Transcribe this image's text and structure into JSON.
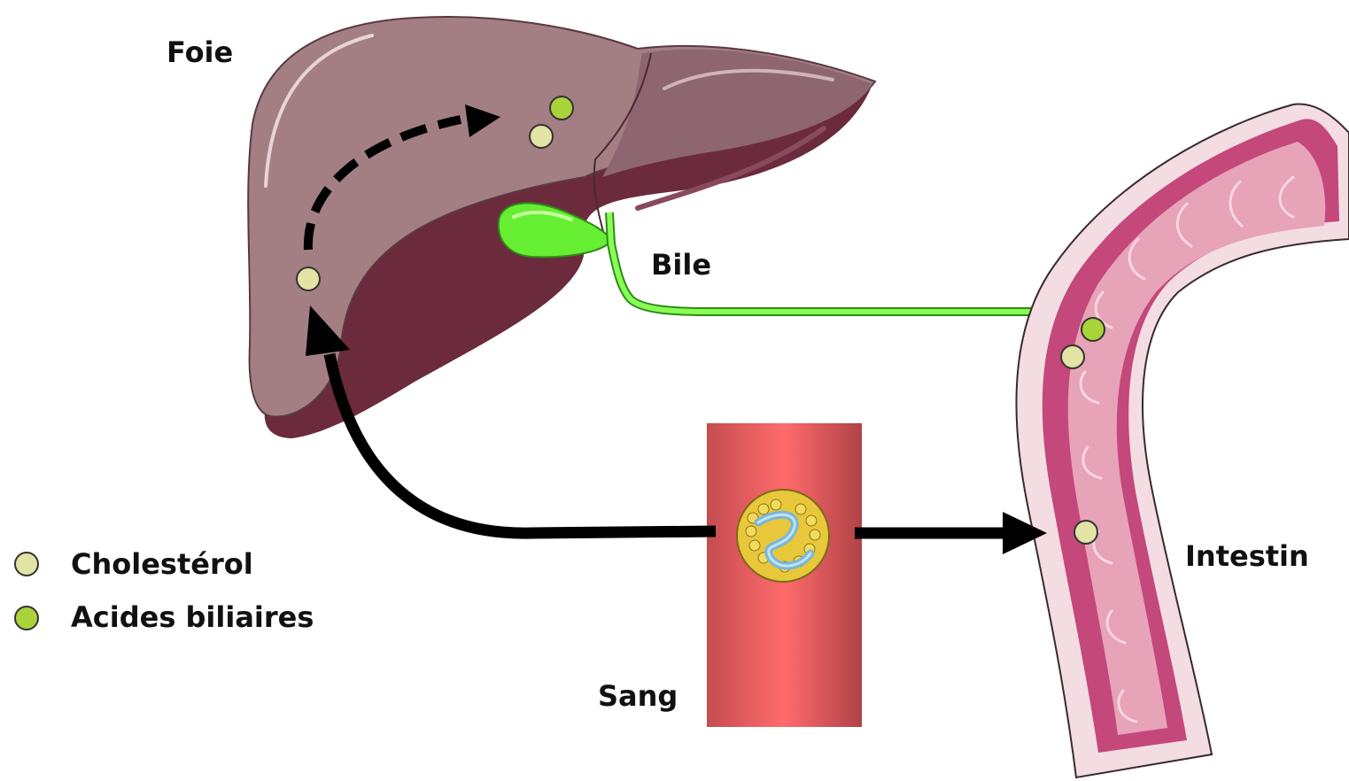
{
  "labels": {
    "liver": "Foie",
    "bile": "Bile",
    "blood": "Sang",
    "intestine": "Intestin"
  },
  "legend": {
    "items": [
      {
        "label": "Cholestérol",
        "color": "#e3e3a4"
      },
      {
        "label": "Acides biliaires",
        "color": "#a8d43a"
      }
    ]
  },
  "colors": {
    "liver": "#a37f84",
    "liver_dark": "#6b2b3d",
    "gallbladder": "#66ee33",
    "bile_duct": "#88ff55",
    "vessel": "#d9575a",
    "vessel_highlight": "#ff6b6b",
    "intestine_wall": "#f3dde3",
    "intestine": "#c4487a",
    "arrow": "#000000"
  }
}
